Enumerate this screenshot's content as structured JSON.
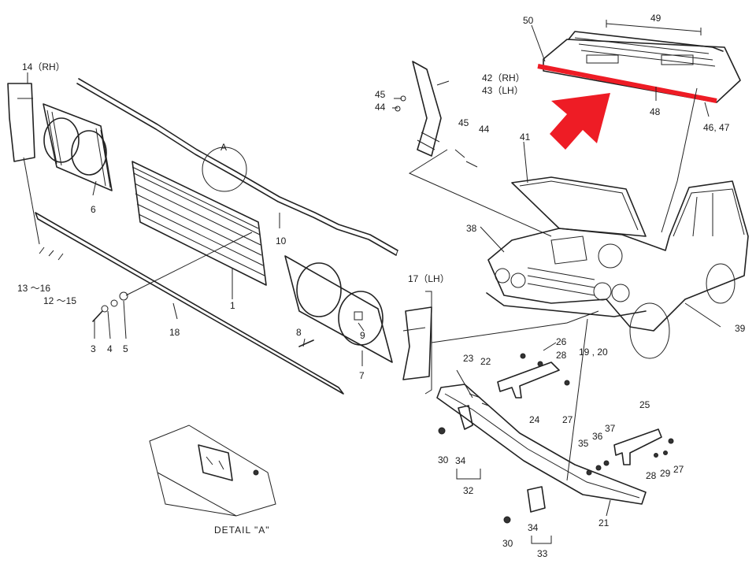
{
  "diagram": {
    "labels": {
      "p1": "1",
      "p3": "3",
      "p4": "4",
      "p5": "5",
      "p6": "6",
      "p7": "7",
      "p8": "8",
      "p9": "9",
      "p10": "10",
      "p12_15": "12 ～15",
      "p13_16": "13 ～16",
      "p14": "14（RH）",
      "p17": "17（LH）",
      "p18": "18",
      "p19_20": "19 , 20",
      "p21": "21",
      "p22": "22",
      "p23": "23",
      "p24": "24",
      "p25": "25",
      "p26": "26",
      "p27a": "27",
      "p27b": "27",
      "p28a": "28",
      "p28b": "28",
      "p29": "29",
      "p30a": "30",
      "p30b": "30",
      "p32": "32",
      "p33": "33",
      "p34a": "34",
      "p34b": "34",
      "p35": "35",
      "p36": "36",
      "p37": "37",
      "p38": "38",
      "p39": "39",
      "p41": "41",
      "p42": "42（RH）",
      "p43": "43（LH）",
      "p44a": "44",
      "p44b": "44",
      "p45a": "45",
      "p45b": "45",
      "p46_47": "46, 47",
      "p48": "48",
      "p49": "49",
      "p50": "50",
      "detail_callout": "A",
      "detail_caption": "DETAIL \"A\""
    },
    "highlight_color": "#ee1c25"
  }
}
